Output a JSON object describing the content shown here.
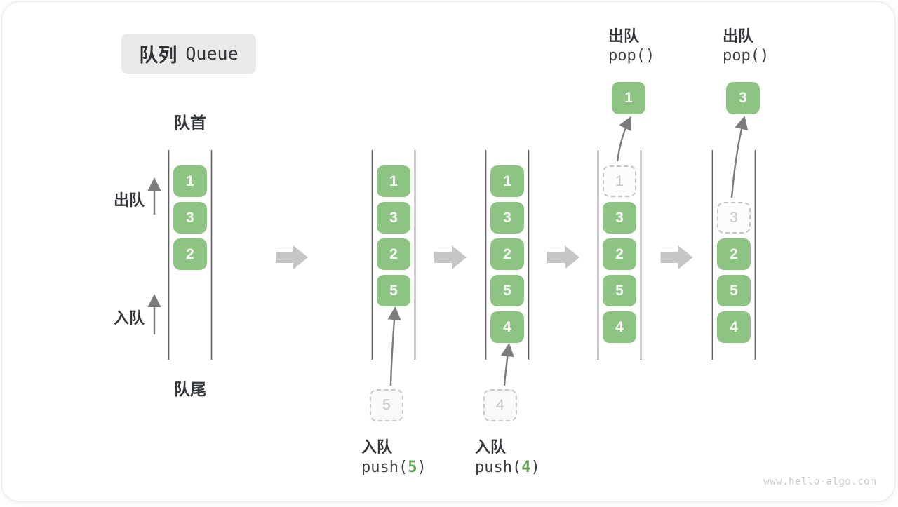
{
  "title": {
    "zh": "队列",
    "en": "Queue"
  },
  "side_labels": {
    "front": "队首",
    "rear": "队尾",
    "dequeue": "出队",
    "enqueue": "入队"
  },
  "watermark": "www.hello-algo.com",
  "colors": {
    "cell_green": "#8dc483",
    "cell_text": "#f7faf4",
    "ghost_border": "#c4c4c4",
    "ghost_text": "#c8c8c8",
    "rail_gray": "#5b5e61",
    "arrow_gray": "#7c7c7c",
    "block_arrow_gray": "#c6c6c6",
    "label_dark": "#33373b",
    "code_arg_green": "#5fa357",
    "badge_bg": "#e9e9e9",
    "watermark_gray": "#cbcbcb"
  },
  "diagram": {
    "type": "queue-states",
    "row_count": 5,
    "states": [
      {
        "name": "initial",
        "cells": [
          {
            "value": "1",
            "row": 0
          },
          {
            "value": "3",
            "row": 1
          },
          {
            "value": "2",
            "row": 2
          }
        ]
      },
      {
        "name": "after-push-5",
        "cells": [
          {
            "value": "1",
            "row": 0
          },
          {
            "value": "3",
            "row": 1
          },
          {
            "value": "2",
            "row": 2
          },
          {
            "value": "5",
            "row": 3
          }
        ],
        "push": {
          "value": "5",
          "label": "入队",
          "code_before": "push(",
          "arg": "5",
          "code_after": ")"
        }
      },
      {
        "name": "after-push-4",
        "cells": [
          {
            "value": "1",
            "row": 0
          },
          {
            "value": "3",
            "row": 1
          },
          {
            "value": "2",
            "row": 2
          },
          {
            "value": "5",
            "row": 3
          },
          {
            "value": "4",
            "row": 4
          }
        ],
        "push": {
          "value": "4",
          "label": "入队",
          "code_before": "push(",
          "arg": "4",
          "code_after": ")"
        }
      },
      {
        "name": "pop-1",
        "cells": [
          {
            "value": "1",
            "row": 0,
            "ghost": true
          },
          {
            "value": "3",
            "row": 1
          },
          {
            "value": "2",
            "row": 2
          },
          {
            "value": "5",
            "row": 3
          },
          {
            "value": "4",
            "row": 4
          }
        ],
        "pop": {
          "value": "1",
          "label": "出队",
          "code": "pop()"
        }
      },
      {
        "name": "pop-3",
        "cells": [
          {
            "value": "3",
            "row": 1,
            "ghost": true
          },
          {
            "value": "2",
            "row": 2
          },
          {
            "value": "5",
            "row": 3
          },
          {
            "value": "4",
            "row": 4
          }
        ],
        "pop": {
          "value": "3",
          "label": "出队",
          "code": "pop()"
        }
      }
    ]
  }
}
